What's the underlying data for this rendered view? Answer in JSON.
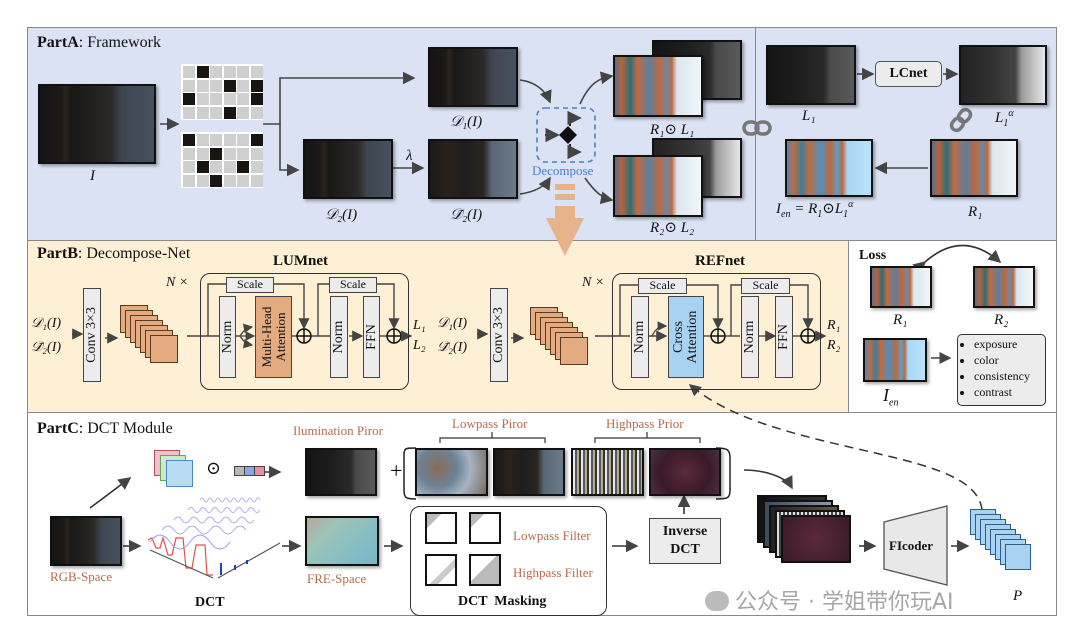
{
  "partA": {
    "title_bold": "PartA",
    "title_rest": ": Framework",
    "input_label": "I",
    "d1_label": "𝒟₁(I)",
    "d2_label": "𝒟₂(I)",
    "d2bar_label": "𝒟̄₂(I)",
    "lambda_label": "λ",
    "decompose_label": "Decompose",
    "r1l1_label": "R₁⊙ L₁",
    "r2l2_label": "R₂⊙ L₂",
    "l1_label": "L₁",
    "lcnet_label": "LCnet",
    "l1alpha_label": "L₁^α",
    "r1_label": "R₁",
    "ien_label": "I_en = R₁⊙L₁^α"
  },
  "partB": {
    "title_bold": "PartB",
    "title_rest": ": Decompose-Net",
    "lumnet": {
      "title": "LUMnet",
      "n_label": "N ×",
      "input_1": "𝒟₁(I)",
      "input_2": "𝒟̄₂(I)",
      "conv": "Conv 3×3",
      "scale_1": "Scale",
      "scale_2": "Scale",
      "norm_1": "Norm",
      "attention": "Multi-Head Attention",
      "norm_2": "Norm",
      "ffn": "FFN",
      "output_1": "L₁",
      "output_2": "L₂"
    },
    "refnet": {
      "title": "REFnet",
      "n_label": "N ×",
      "input_1": "𝒟₁(I)",
      "input_2": "𝒟̄₂(I)",
      "conv": "Conv 3×3",
      "scale_1": "Scale",
      "scale_2": "Scale",
      "norm_1": "Norm",
      "attention": "Cross Attention",
      "norm_2": "Norm",
      "ffn": "FFN",
      "output_1": "R₁",
      "output_2": "R₂"
    },
    "loss": {
      "title": "Loss",
      "r1_label": "R₁",
      "r2_label": "R₂",
      "ien_label": "I_en",
      "items": [
        "exposure",
        "color",
        "consistency",
        "contrast"
      ]
    }
  },
  "partC": {
    "title_bold": "PartC",
    "title_rest": ": DCT Module",
    "illumination_prior": "Ilumination Piror",
    "lowpass_prior": "Lowpass Piror",
    "highpass_prior": "Highpass Prior",
    "rgb_space": "RGB-Space",
    "dct": "DCT",
    "fre_space": "FRE-Space",
    "lowpass_filter": "Lowpass Filter",
    "highpass_filter": "Highpass Filter",
    "dct_masking": "DCT  Masking",
    "inverse_dct_1": "Inverse",
    "inverse_dct_2": "DCT",
    "ficoder": "FIcoder",
    "p_label": "P",
    "odot": "⊙",
    "plus": "+"
  },
  "watermark": "公众号 · 学姐带你玩AI",
  "colors": {
    "partA_bg": "#dae2f3",
    "partB_bg": "#fdf0d5",
    "partC_bg": "#ffffff",
    "accent_orange": "#e6b38a",
    "decompose_blue": "#4a7fd0",
    "prior_brown": "#b86a4a"
  }
}
